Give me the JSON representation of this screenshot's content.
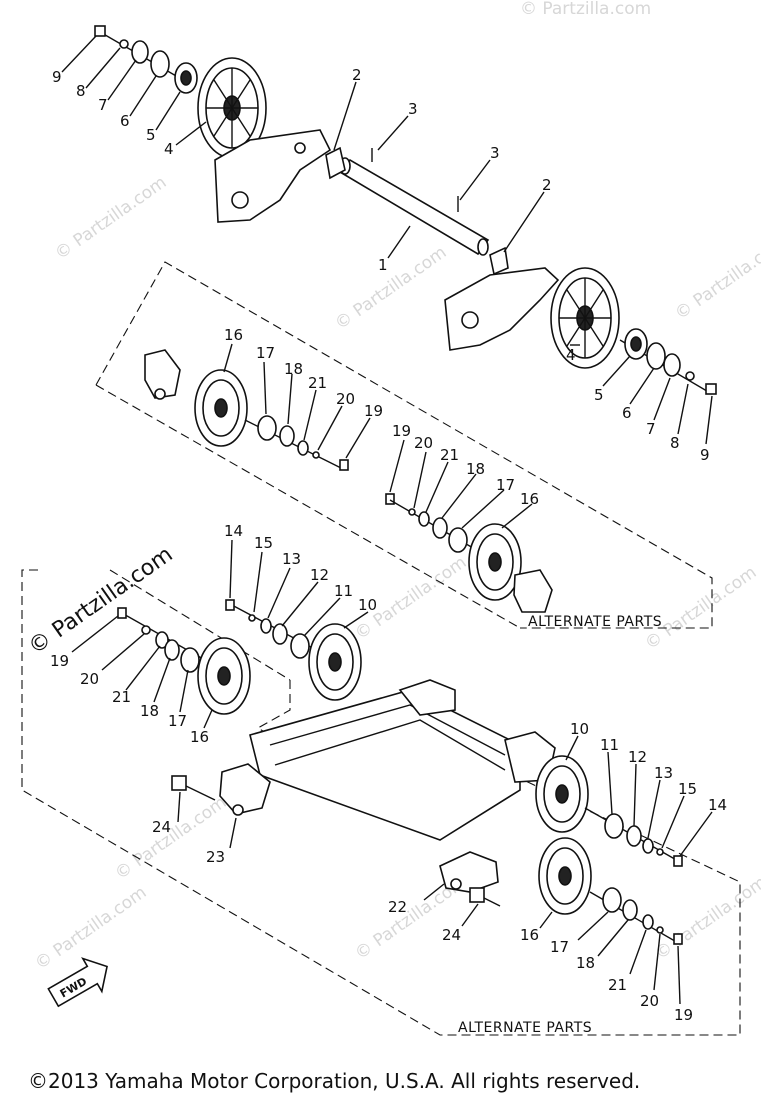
{
  "watermark": "© Partzilla.com",
  "copyright": "©2013  Yamaha Motor Corporation, U.S.A. All rights reserved.",
  "alternate_label_top": "ALTERNATE PARTS",
  "alternate_label_bottom": "ALTERNATE PARTS",
  "fwd_label": "FWD",
  "callouts": {
    "c1": "1",
    "c2a": "2",
    "c2b": "2",
    "c3a": "3",
    "c3b": "3",
    "c4a": "4",
    "c4b": "4",
    "c5a": "5",
    "c5b": "5",
    "c6a": "6",
    "c6b": "6",
    "c7a": "7",
    "c7b": "7",
    "c8a": "8",
    "c8b": "8",
    "c9a": "9",
    "c9b": "9",
    "c16a": "16",
    "c17a": "17",
    "c18a": "18",
    "c21a": "21",
    "c20a": "20",
    "c19a": "19",
    "c19b": "19",
    "c20b": "20",
    "c21b": "21",
    "c18b": "18",
    "c17b": "17",
    "c16b": "16",
    "c14a": "14",
    "c15a": "15",
    "c13a": "13",
    "c12a": "12",
    "c11a": "11",
    "c10a": "10",
    "c19c": "19",
    "c20c": "20",
    "c21c": "21",
    "c18c": "18",
    "c17c": "17",
    "c16c": "16",
    "c24a": "24",
    "c23a": "23",
    "c10b": "10",
    "c11b": "11",
    "c12b": "12",
    "c13b": "13",
    "c15b": "15",
    "c14b": "14",
    "c22a": "22",
    "c24b": "24",
    "c16d": "16",
    "c17d": "17",
    "c18d": "18",
    "c21d": "21",
    "c20d": "20",
    "c19d": "19"
  }
}
